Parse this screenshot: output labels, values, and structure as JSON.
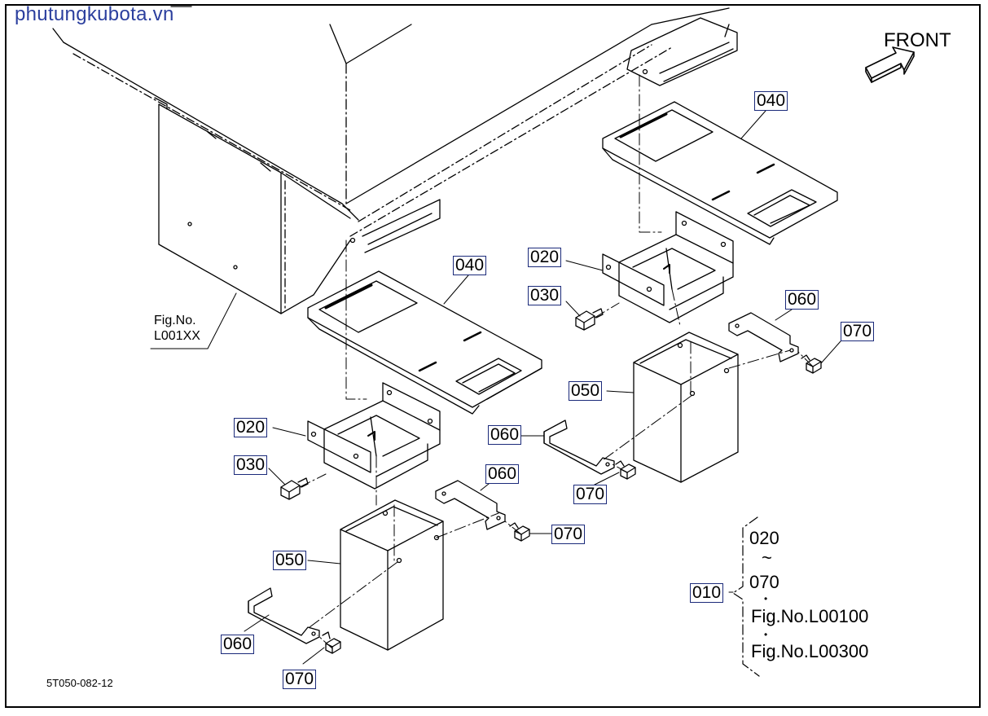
{
  "watermark": "phutungkubota.vn",
  "front_label": "FRONT",
  "fig_reference": {
    "line1": "Fig.No.",
    "line2": "L001XX"
  },
  "drawing_code": "5T050-082-12",
  "part_tags": [
    {
      "id": "040",
      "label": "040"
    },
    {
      "id": "020",
      "label": "020"
    },
    {
      "id": "030",
      "label": "030"
    },
    {
      "id": "060",
      "label": "060"
    },
    {
      "id": "070",
      "label": "070"
    },
    {
      "id": "050",
      "label": "050"
    },
    {
      "id": "010",
      "label": "010"
    }
  ],
  "legend": {
    "from": "020",
    "tilde": "~",
    "to": "070",
    "dot": "•",
    "ref1": "Fig.No.L00100",
    "ref2": "Fig.No.L00300"
  },
  "colors": {
    "tag_border": "#1b2a7a",
    "watermark": "#2b3f9e",
    "line": "#000000"
  }
}
